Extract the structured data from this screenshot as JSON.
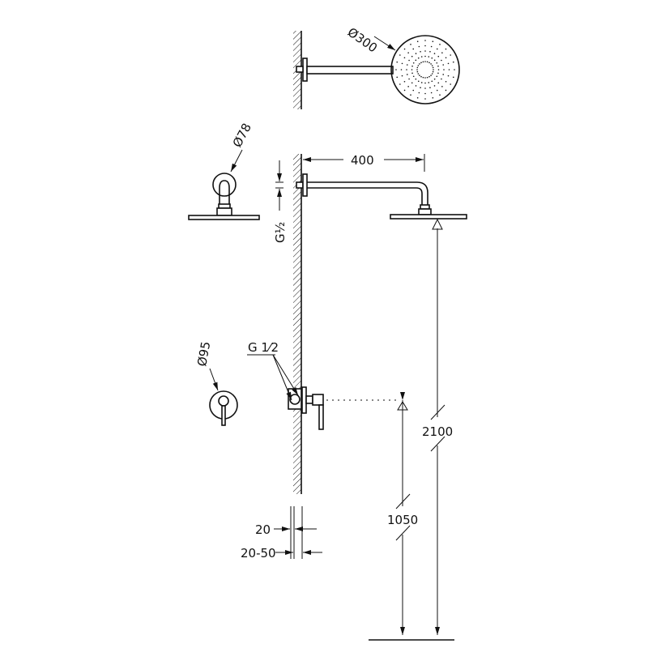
{
  "labels": {
    "showerhead_diameter": "Ø300",
    "wall_flange_diameter": "Ø78",
    "mixer_plate_diameter": "Ø95",
    "arm_length": "400",
    "arm_thread": "G½",
    "mixer_thread": "G 1⁄2",
    "mixer_height": "1050",
    "showerhead_height": "2100",
    "tile_thickness": "20",
    "recess_depth": "20-50"
  },
  "colors": {
    "line": "#111111",
    "background": "#ffffff"
  }
}
